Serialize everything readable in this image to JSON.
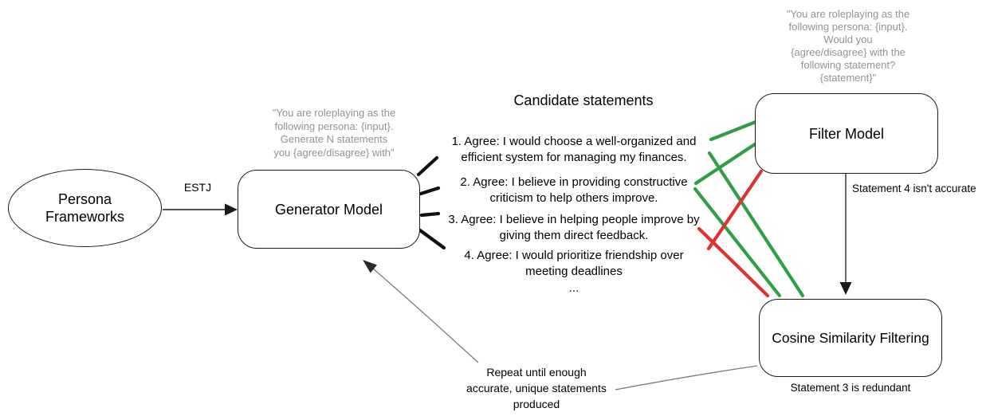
{
  "diagram": {
    "persona_frameworks": {
      "label_line1": "Persona",
      "label_line2": "Frameworks"
    },
    "estj_label": "ESTJ",
    "generator": {
      "label": "Generator Model",
      "prompt_lines": [
        "\"You are roleplaying as the",
        "following persona: {input}.",
        "Generate N statements",
        "you {agree/disagree} with\""
      ]
    },
    "candidate": {
      "title": "Candidate statements",
      "statements": [
        {
          "line1": "1. Agree: I would choose a well-organized and",
          "line2": "efficient system for managing my finances."
        },
        {
          "line1": "2. Agree: I believe in providing constructive",
          "line2": "criticism to help others improve."
        },
        {
          "line1": "3. Agree: I believe in helping people improve by",
          "line2": "giving them direct feedback."
        },
        {
          "line1": "4. Agree: I would prioritize friendship over",
          "line2": "meeting deadlines"
        }
      ],
      "ellipsis": "..."
    },
    "filter": {
      "label": "Filter Model",
      "prompt_lines": [
        "\"You are roleplaying as the",
        "following persona: {input}.",
        "Would you",
        "{agree/disagree} with the",
        "following statement?",
        "{statement}\""
      ],
      "note": "Statement 4 isn't accurate"
    },
    "cosine": {
      "label": "Cosine Similarity Filtering",
      "note": "Statement 3 is redundant"
    },
    "repeat": {
      "line1": "Repeat until enough",
      "line2": "accurate, unique statements",
      "line3": "produced"
    },
    "colors": {
      "accept_green": "#2f9e44",
      "reject_red": "#e03131",
      "prompt_gray": "#8e939c",
      "loop_gray": "#7a7a7a"
    }
  }
}
